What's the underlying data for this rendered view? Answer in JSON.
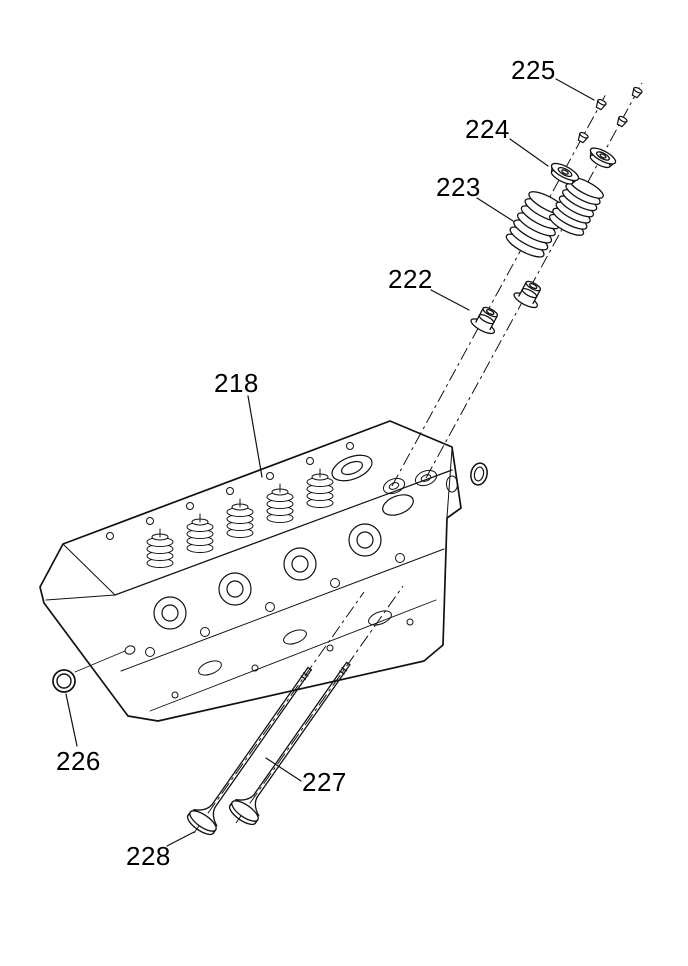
{
  "diagram": {
    "background": "#ffffff",
    "line_color": "#111111",
    "subject": "exploded-parts-diagram",
    "callouts": [
      {
        "label": "218",
        "part": "cylinder-head"
      },
      {
        "label": "222",
        "part": "valve-stem-seal"
      },
      {
        "label": "223",
        "part": "valve-spring"
      },
      {
        "label": "224",
        "part": "valve-spring-retainer"
      },
      {
        "label": "225",
        "part": "valve-keeper"
      },
      {
        "label": "226",
        "part": "o-ring-seal"
      },
      {
        "label": "227",
        "part": "valve-stem"
      },
      {
        "label": "228",
        "part": "valve-head"
      }
    ]
  }
}
